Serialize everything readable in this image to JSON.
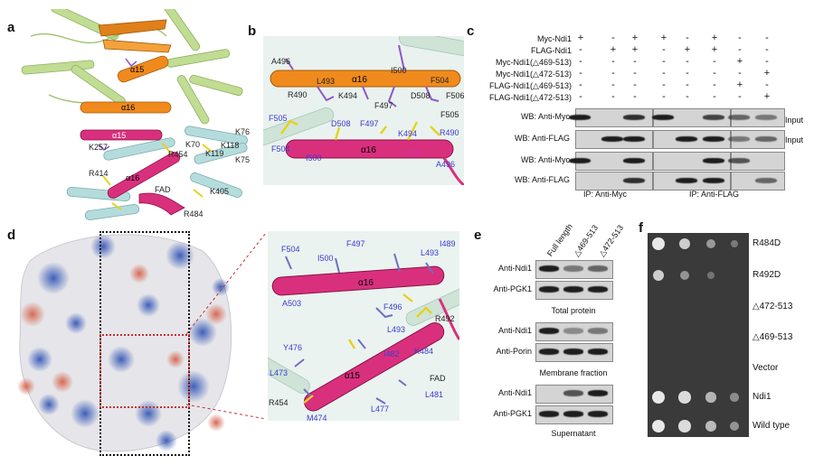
{
  "panels": {
    "a": "a",
    "b": "b",
    "c": "c",
    "d": "d",
    "e": "e",
    "f": "f"
  },
  "colors": {
    "orange_helix": "#f08a1c",
    "pink_helix": "#d9307e",
    "green_helix": "#b9d98a",
    "cyan_helix": "#a9d6d6",
    "stick_yellow": "#e6d21c",
    "stick_purple": "#8e56c7",
    "residue_blue": "#3b3bd0"
  },
  "panel_a": {
    "helix_labels": [
      "α15",
      "α16",
      "α15",
      "α16"
    ],
    "residues": [
      "K76",
      "K70",
      "K118",
      "K119",
      "K75",
      "K257",
      "R454",
      "R414",
      "FAD",
      "K405",
      "R484"
    ]
  },
  "panel_b": {
    "helix_top": "α16",
    "helix_bottom": "α16",
    "residues_top": [
      "A496",
      "L493",
      "I500",
      "F504",
      "R490",
      "K494",
      "D508",
      "F497",
      "F505",
      "F505",
      "D508",
      "F497",
      "K494",
      "F506",
      "R490"
    ],
    "residues_bottom": [
      "F504",
      "I500",
      "L493",
      "A496"
    ]
  },
  "panel_c": {
    "conditions": [
      "Myc-Ndi1",
      "FLAG-Ndi1",
      "Myc-Ndi1(△469-513)",
      "Myc-Ndi1(△472-513)",
      "FLAG-Ndi1(△469-513)",
      "FLAG-Ndi1(△472-513)"
    ],
    "signs": [
      [
        "+",
        "-",
        "+",
        "+",
        "-",
        "+",
        "-",
        "-"
      ],
      [
        "-",
        "+",
        "+",
        "-",
        "+",
        "+",
        "-",
        "-"
      ],
      [
        "-",
        "-",
        "-",
        "-",
        "-",
        "-",
        "+",
        "-"
      ],
      [
        "-",
        "-",
        "-",
        "-",
        "-",
        "-",
        "-",
        "+"
      ],
      [
        "-",
        "-",
        "-",
        "-",
        "-",
        "-",
        "+",
        "-"
      ],
      [
        "-",
        "-",
        "-",
        "-",
        "-",
        "-",
        "-",
        "+"
      ]
    ],
    "rows": [
      "WB: Anti-Myc",
      "WB: Anti-FLAG",
      "WB: Anti-Myc",
      "WB: Anti-FLAG"
    ],
    "side_labels": [
      "Input",
      "Input"
    ],
    "ip_labels": [
      "IP: Anti-Myc",
      "IP: Anti-FLAG"
    ]
  },
  "panel_d": {
    "helix_top": "α16",
    "helix_bottom": "α15",
    "residues": [
      "F504",
      "F497",
      "L493",
      "I500",
      "I489",
      "A503",
      "F496",
      "R492",
      "L493",
      "K484",
      "Y476",
      "I482",
      "L473",
      "FAD",
      "R454",
      "M474",
      "L477",
      "L481"
    ]
  },
  "panel_e": {
    "columns": [
      "Full length",
      "△469-513",
      "△472-513"
    ],
    "rows": [
      "Anti-Ndi1",
      "Anti-PGK1",
      "Anti-Ndi1",
      "Anti-Porin",
      "Anti-Ndi1",
      "Anti-PGK1"
    ],
    "captions": [
      "Total protein",
      "Membrane fraction",
      "Supernatant"
    ]
  },
  "panel_f": {
    "strains": [
      "R484D",
      "R492D",
      "△472-513",
      "△469-513",
      "Vector",
      "Ndi1",
      "Wild type"
    ],
    "growth": [
      [
        1,
        0.8,
        0.4,
        0.15
      ],
      [
        0.8,
        0.35,
        0.1,
        0
      ],
      [
        0,
        0,
        0,
        0
      ],
      [
        0,
        0,
        0,
        0
      ],
      [
        0,
        0,
        0,
        0
      ],
      [
        1,
        0.9,
        0.6,
        0.3
      ],
      [
        1,
        0.9,
        0.65,
        0.35
      ]
    ]
  }
}
